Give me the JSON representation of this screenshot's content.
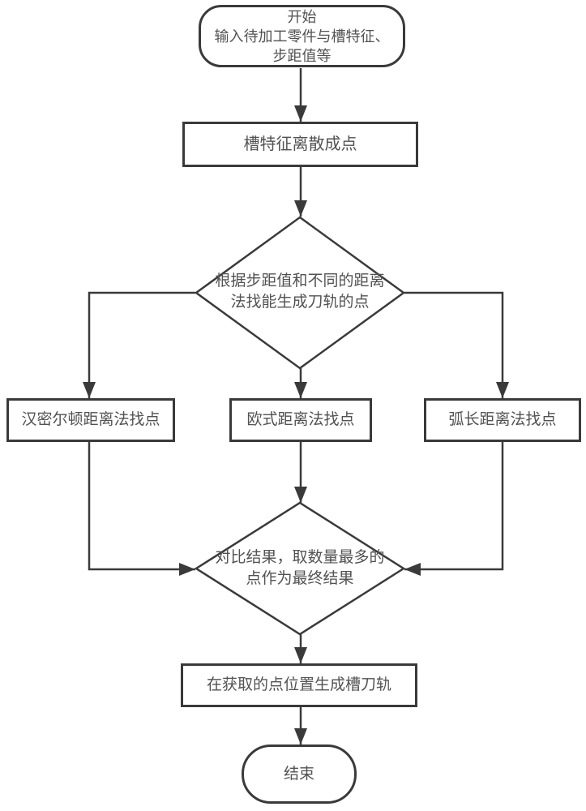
{
  "diagram": {
    "type": "flowchart",
    "colors": {
      "stroke": "#3a3a3a",
      "text": "#525252",
      "background": "#ffffff"
    },
    "nodes": {
      "start": {
        "shape": "terminator",
        "label": "开始\n输入待加工零件与槽特征、\n步距值等"
      },
      "discretize": {
        "shape": "process",
        "label": "槽特征离散成点"
      },
      "decision_find_points": {
        "shape": "decision",
        "label": "根据步距值和不同的距离\n法找能生成刀轨的点"
      },
      "hamilton": {
        "shape": "process",
        "label": "汉密尔顿距离法找点"
      },
      "euclidean": {
        "shape": "process",
        "label": "欧式距离法找点"
      },
      "arc_length": {
        "shape": "process",
        "label": "弧长距离法找点"
      },
      "decision_compare": {
        "shape": "decision",
        "label": "对比结果，取数量最多的\n点作为最终结果"
      },
      "generate_toolpath": {
        "shape": "process",
        "label": "在获取的点位置生成槽刀轨"
      },
      "end": {
        "shape": "terminator",
        "label": "结束"
      }
    },
    "edges": [
      {
        "from": "start",
        "to": "discretize"
      },
      {
        "from": "discretize",
        "to": "decision_find_points"
      },
      {
        "from": "decision_find_points",
        "to": "hamilton"
      },
      {
        "from": "decision_find_points",
        "to": "euclidean"
      },
      {
        "from": "decision_find_points",
        "to": "arc_length"
      },
      {
        "from": "hamilton",
        "to": "decision_compare"
      },
      {
        "from": "euclidean",
        "to": "decision_compare"
      },
      {
        "from": "arc_length",
        "to": "decision_compare"
      },
      {
        "from": "decision_compare",
        "to": "generate_toolpath"
      },
      {
        "from": "generate_toolpath",
        "to": "end"
      }
    ]
  }
}
